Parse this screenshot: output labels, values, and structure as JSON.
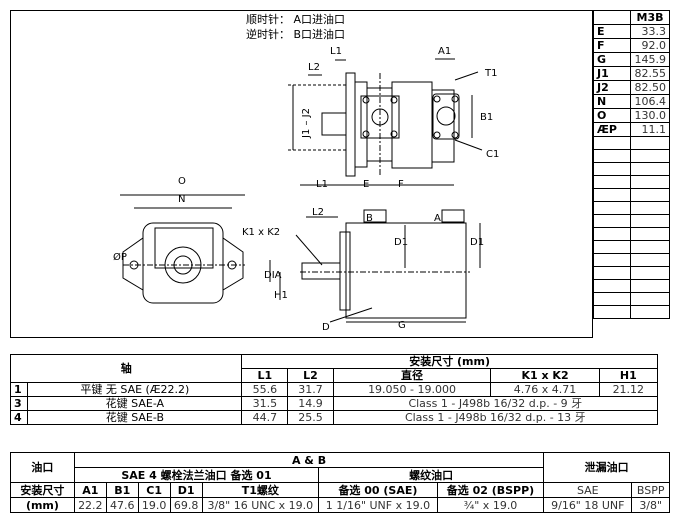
{
  "rotation": {
    "cw": "顺时针：  A口进油口",
    "ccw": "逆时针：  B口进油口"
  },
  "drawing_labels": {
    "L1": "L1",
    "L2": "L2",
    "J1J2": "J1 – J2",
    "A1": "A1",
    "T1": "T1",
    "B1": "B1",
    "C1": "C1",
    "O": "O",
    "N": "N",
    "P": "ØP",
    "DIA": "DIA",
    "H1": "H1",
    "K1K2": "K1 x K2",
    "E": "E",
    "F": "F",
    "B": "B",
    "A": "A",
    "D1a": "D1",
    "D1b": "D1",
    "G": "G",
    "D": "D"
  },
  "dims_table": {
    "header": "M3B",
    "rows": [
      {
        "k": "E",
        "v": "33.3"
      },
      {
        "k": "F",
        "v": "92.0"
      },
      {
        "k": "G",
        "v": "145.9"
      },
      {
        "k": "J1",
        "v": "82.55"
      },
      {
        "k": "J2",
        "v": "82.50"
      },
      {
        "k": "N",
        "v": "106.4"
      },
      {
        "k": "O",
        "v": "130.0"
      },
      {
        "k": "ÆP",
        "v": "11.1"
      }
    ]
  },
  "shaft_table": {
    "col_shaft": "轴",
    "col_install": "安装尺寸 (mm)",
    "sub": [
      "L1",
      "L2",
      "直径",
      "K1 x K2",
      "H1"
    ],
    "rows": [
      {
        "n": "1",
        "name": "平键 无 SAE (Æ22.2)",
        "L1": "55.6",
        "L2": "31.7",
        "dia": "19.050 - 19.000",
        "k": "4.76 x 4.71",
        "h1": "21.12"
      },
      {
        "n": "3",
        "name": "花键 SAE-A",
        "L1": "31.5",
        "L2": "14.9",
        "class": "Class 1 - J498b 16/32 d.p. - 9 牙"
      },
      {
        "n": "4",
        "name": "花键 SAE-B",
        "L1": "44.7",
        "L2": "25.5",
        "class": "Class 1 - J498b 16/32 d.p. - 13 牙"
      }
    ]
  },
  "port_table": {
    "oil_port": "油口",
    "ab": "A & B",
    "flange": "SAE 4 螺栓法兰油口 备选 01",
    "thread_port": "螺纹油口",
    "drain": "泄漏油口",
    "install": "安装尺寸",
    "unit": "(mm)",
    "cols": [
      "A1",
      "B1",
      "C1",
      "D1",
      "T1螺纹",
      "备选 00 (SAE)",
      "备选 02 (BSPP)",
      "SAE",
      "BSPP"
    ],
    "vals": [
      "22.2",
      "47.6",
      "19.0",
      "69.8",
      "3/8\" 16 UNC x 19.0",
      "1 1/16\" UNF x 19.0",
      "¾\" x 19.0",
      "9/16\" 18 UNF",
      "3/8\""
    ]
  }
}
